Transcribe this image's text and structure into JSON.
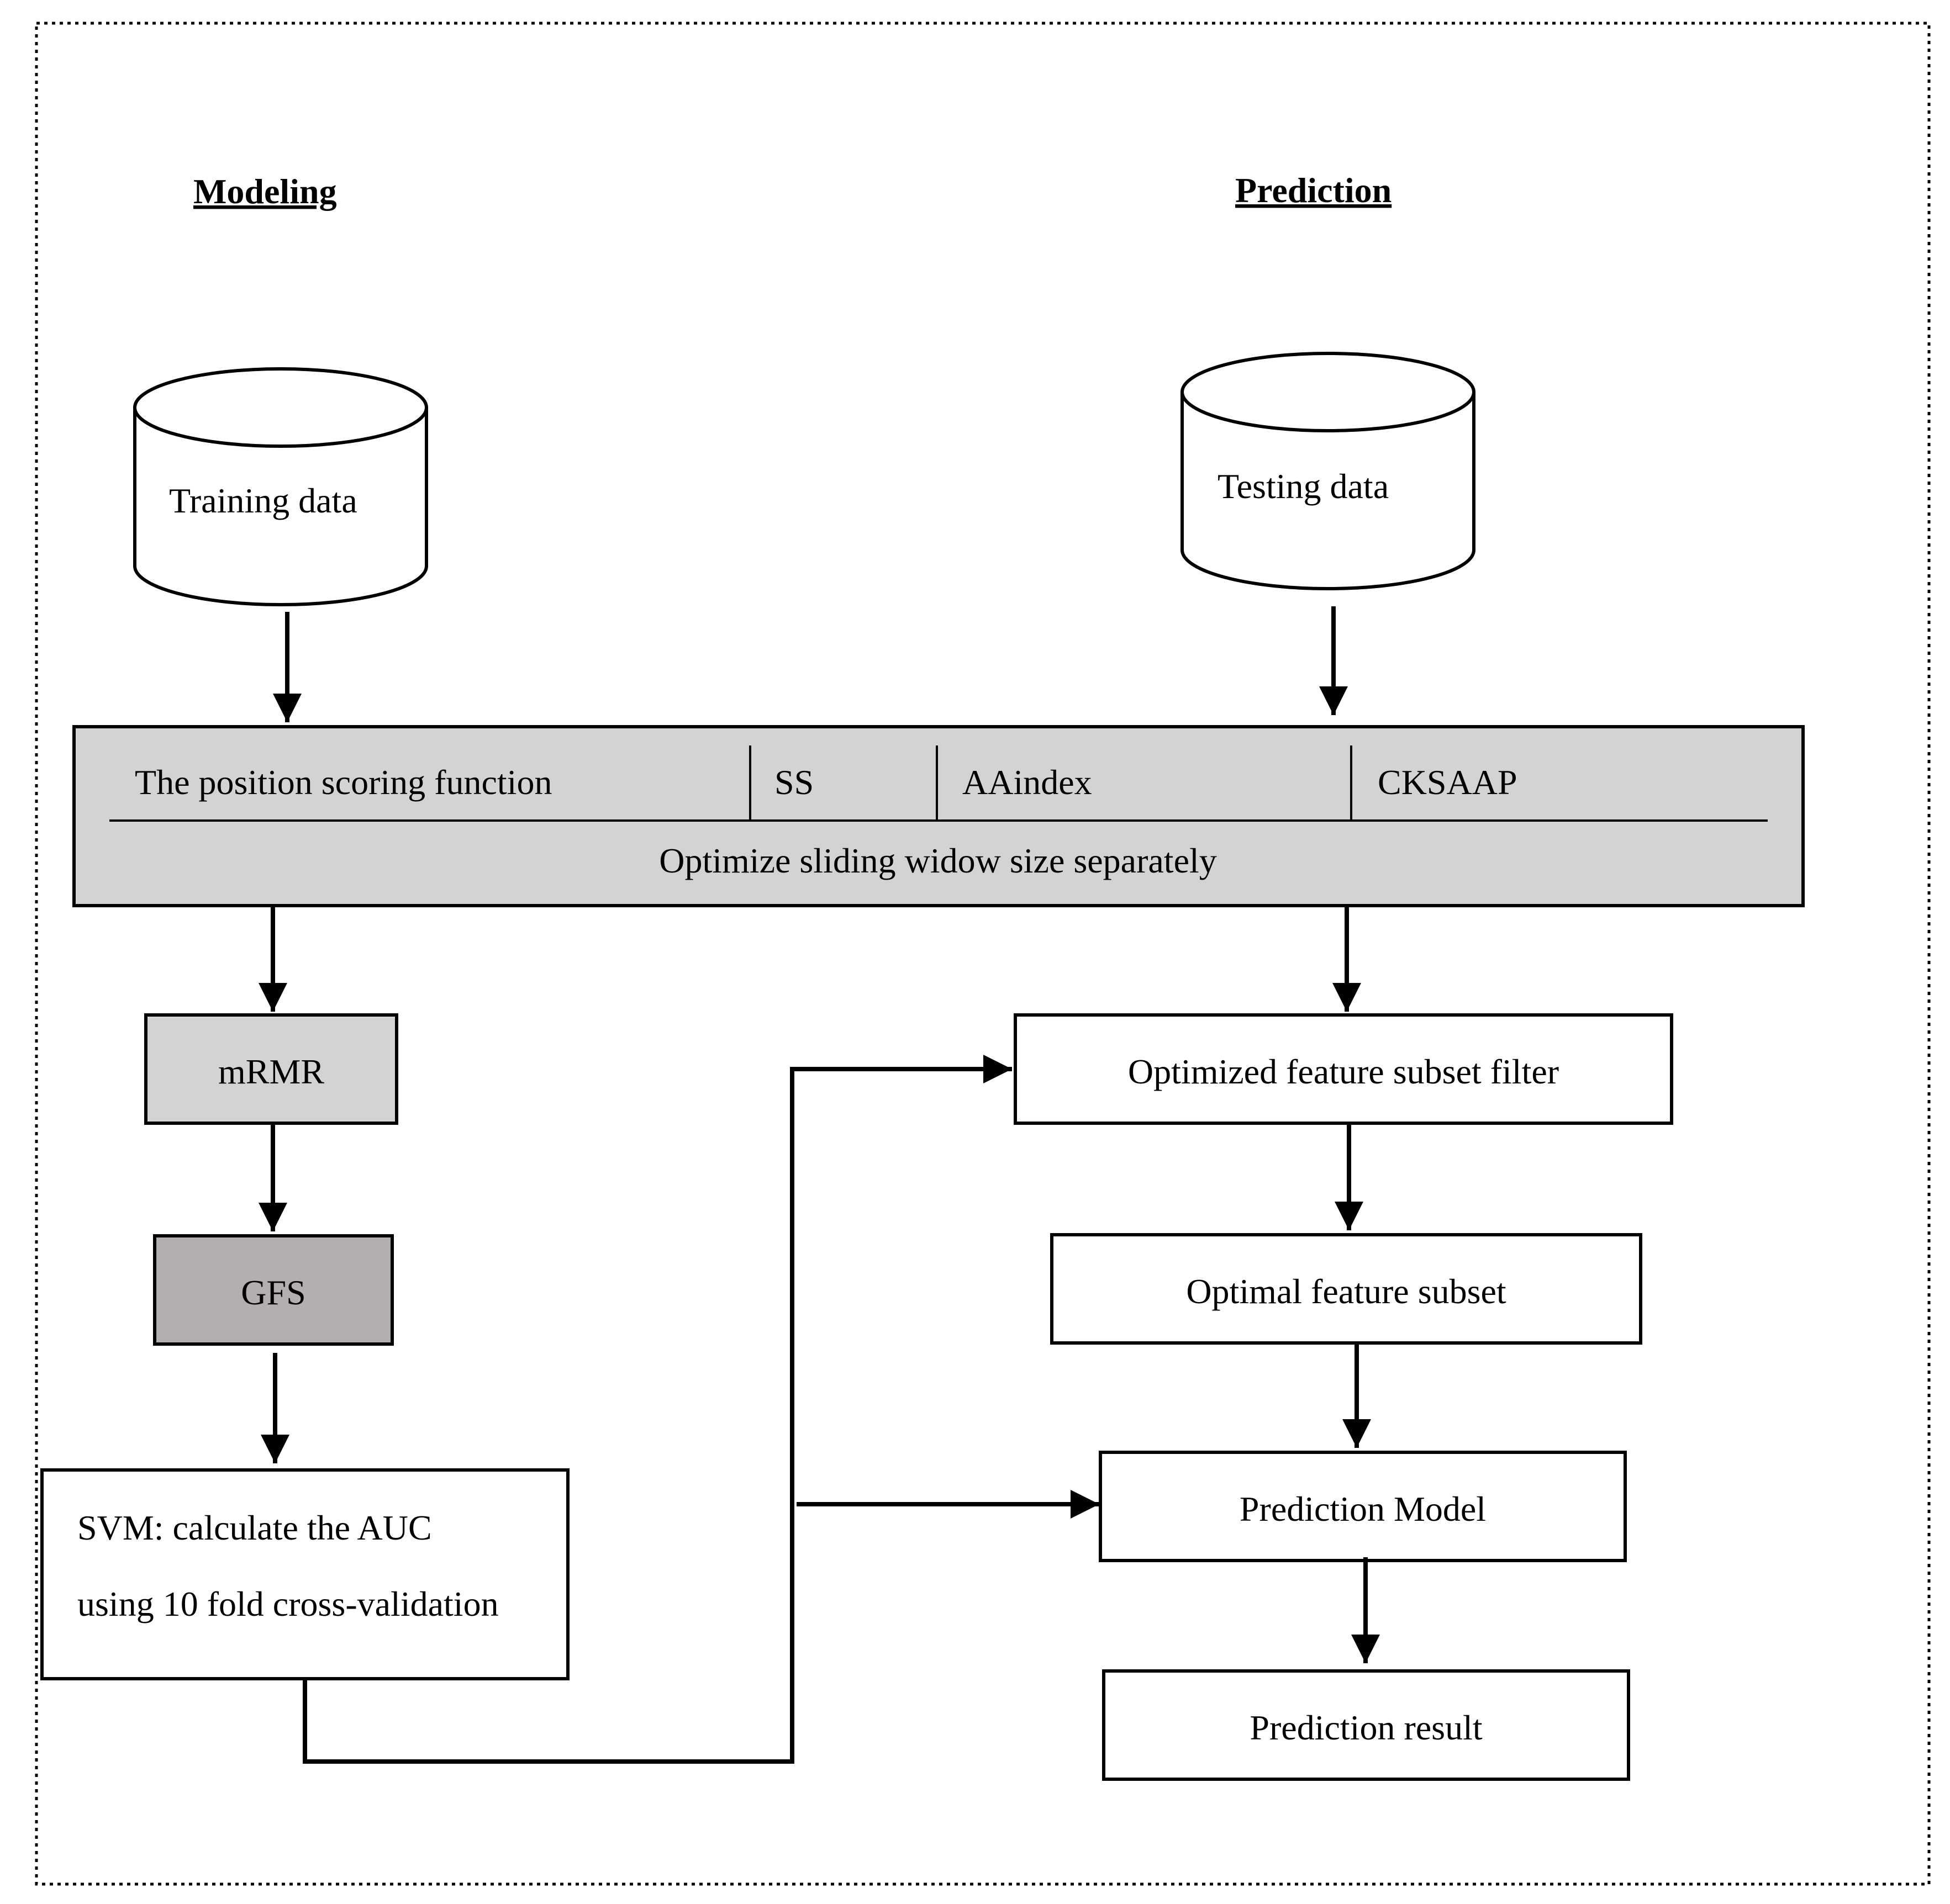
{
  "headings": {
    "modeling": "Modeling",
    "prediction": "Prediction"
  },
  "databases": {
    "training": "Training data",
    "testing": "Testing data"
  },
  "feature_panel": {
    "features": [
      "The position scoring function",
      "SS",
      "AAindex",
      "CKSAAP"
    ],
    "note": "Optimize sliding widow size separately"
  },
  "modeling_steps": {
    "mrmr": "mRMR",
    "gfs": "GFS",
    "svm_line1": "SVM: calculate the AUC",
    "svm_line2": "using 10 fold cross-validation"
  },
  "prediction_steps": {
    "filter": "Optimized feature subset filter",
    "optimal_subset": "Optimal feature subset",
    "model": "Prediction Model",
    "result": "Prediction result"
  },
  "colors": {
    "panel_fill": "#d4d3d2",
    "mrmr_fill": "#d4d3d2",
    "gfs_fill": "#b2afae",
    "stroke": "#000000"
  }
}
